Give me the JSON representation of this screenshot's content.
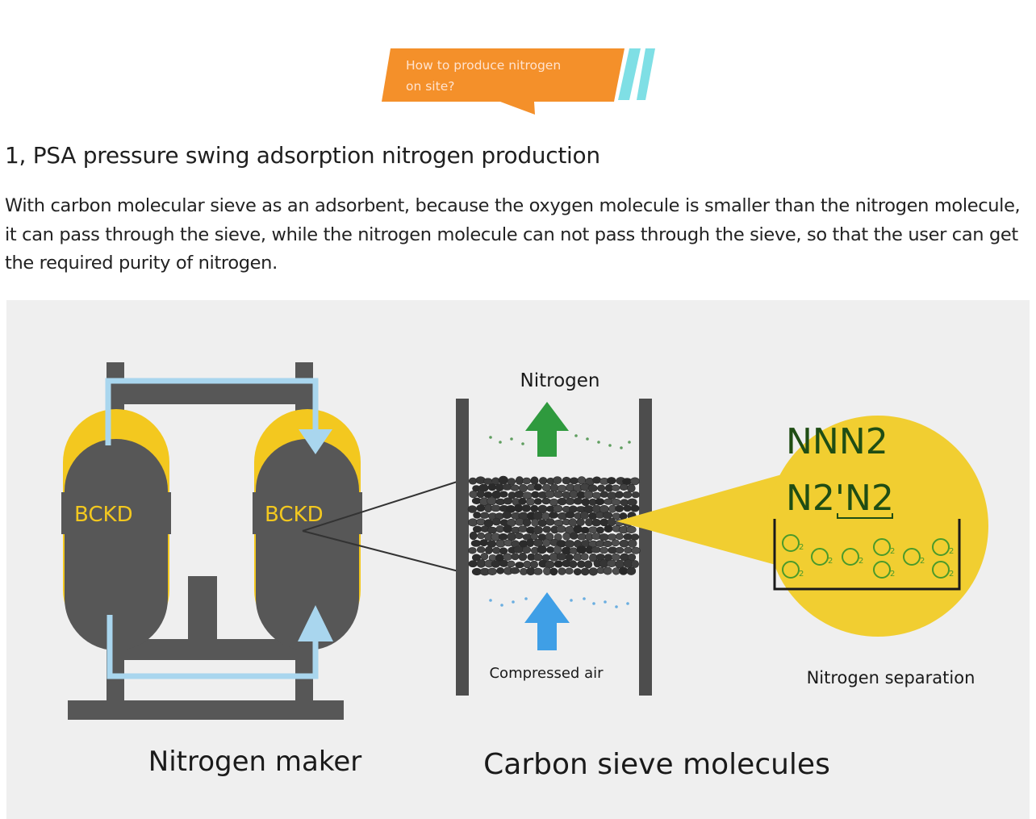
{
  "banner": {
    "text_line1": "How to produce nitrogen",
    "text_line2": "on site?"
  },
  "section": {
    "heading": "1, PSA pressure swing adsorption nitrogen production",
    "paragraph": "With carbon molecular sieve as an adsorbent, because the oxygen molecule is smaller than the nitrogen molecule, it can pass through the sieve, while the nitrogen molecule can not pass through the sieve, so that the user can get the required purity of nitrogen."
  },
  "diagram": {
    "tank_left_label": "BCKD",
    "tank_right_label": "BCKD",
    "nitrogen_label": "Nitrogen",
    "compressed_air_label": "Compressed air",
    "zoom_line1": "NNN2",
    "zoom_line2": "N2'N2",
    "oxygen_label": "O",
    "oxygen_subscript": "2",
    "nitrogen_separation_label": "Nitrogen separation",
    "nitrogen_maker_caption": "Nitrogen maker",
    "carbon_sieve_caption": "Carbon sieve molecules"
  },
  "colors": {
    "banner_orange": "#f4902a",
    "banner_cyan": "#7fdfe5",
    "diagram_bg": "#efefef",
    "tank_gray": "#575757",
    "tank_yellow": "#f3c81f",
    "pipe_blue": "#a9d6ee",
    "nitrogen_arrow_green": "#2f9a3e",
    "air_arrow_blue": "#3f9fe6",
    "zoom_yellow": "#f1ce31",
    "zoom_text_green": "#1f4d14"
  }
}
